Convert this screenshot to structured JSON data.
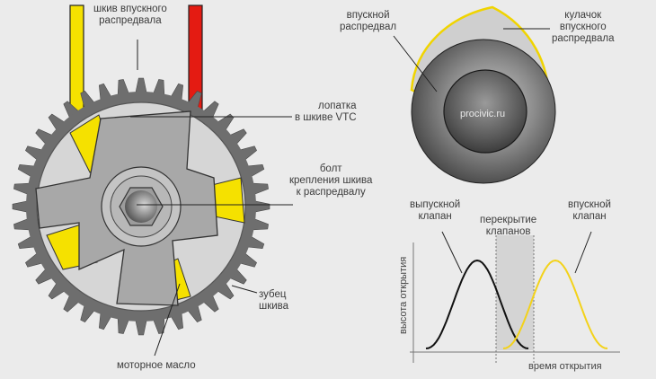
{
  "labels": {
    "intake_pulley": [
      "шкив впускного",
      "распредвала"
    ],
    "vtc_vane": [
      "лопатка",
      "в шкиве VTC"
    ],
    "pulley_bolt": [
      "болт",
      "крепления шкива",
      "к распредвалу"
    ],
    "pulley_tooth": [
      "зубец",
      "шкива"
    ],
    "engine_oil": "моторное масло",
    "intake_camshaft": [
      "впускной",
      "распредвал"
    ],
    "intake_cam_lobe": [
      "кулачок",
      "впускного",
      "распредвала"
    ],
    "watermark": "procivic.ru",
    "exhaust_valve": [
      "выпускной",
      "клапан"
    ],
    "valve_overlap": [
      "перекрытие",
      "клапанов"
    ],
    "intake_valve": [
      "впускной",
      "клапан"
    ],
    "y_axis": "высота открытия",
    "x_axis": "время открытия"
  },
  "colors": {
    "background": "#ebebeb",
    "gear": "#6e6e6e",
    "plate": "#d6d6d6",
    "vane": "#a8a8a8",
    "oil_yellow": "#f5e100",
    "belt_red": "#e41b12",
    "exhaust_curve": "#111111",
    "intake_curve": "#f3d21a",
    "overlap_band": "#d4d4d4"
  },
  "gear_teeth_count": 40
}
